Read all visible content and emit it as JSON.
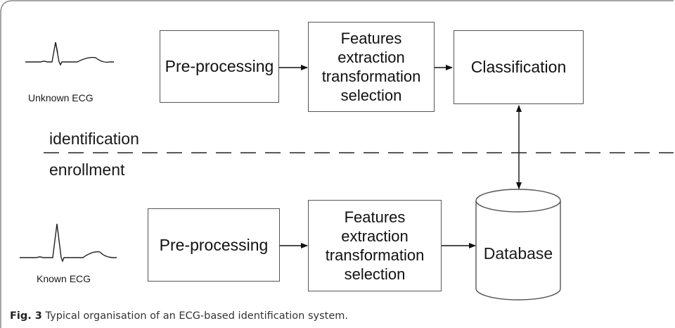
{
  "top_row": {
    "ecg_label": "Unknown ECG",
    "preprocessing": "Pre-processing",
    "features": [
      "Features",
      "extraction",
      "transformation",
      "selection"
    ],
    "classification": "Classification"
  },
  "bottom_row": {
    "ecg_label": "Known ECG",
    "preprocessing": "Pre-processing",
    "features": [
      "Features",
      "extraction",
      "transformation",
      "selection"
    ],
    "database": "Database"
  },
  "phases": {
    "upper": "identification",
    "lower": "enrollment"
  },
  "caption": {
    "prefix": "Fig. 3",
    "text": "Typical organisation of an ECG-based identification system."
  }
}
